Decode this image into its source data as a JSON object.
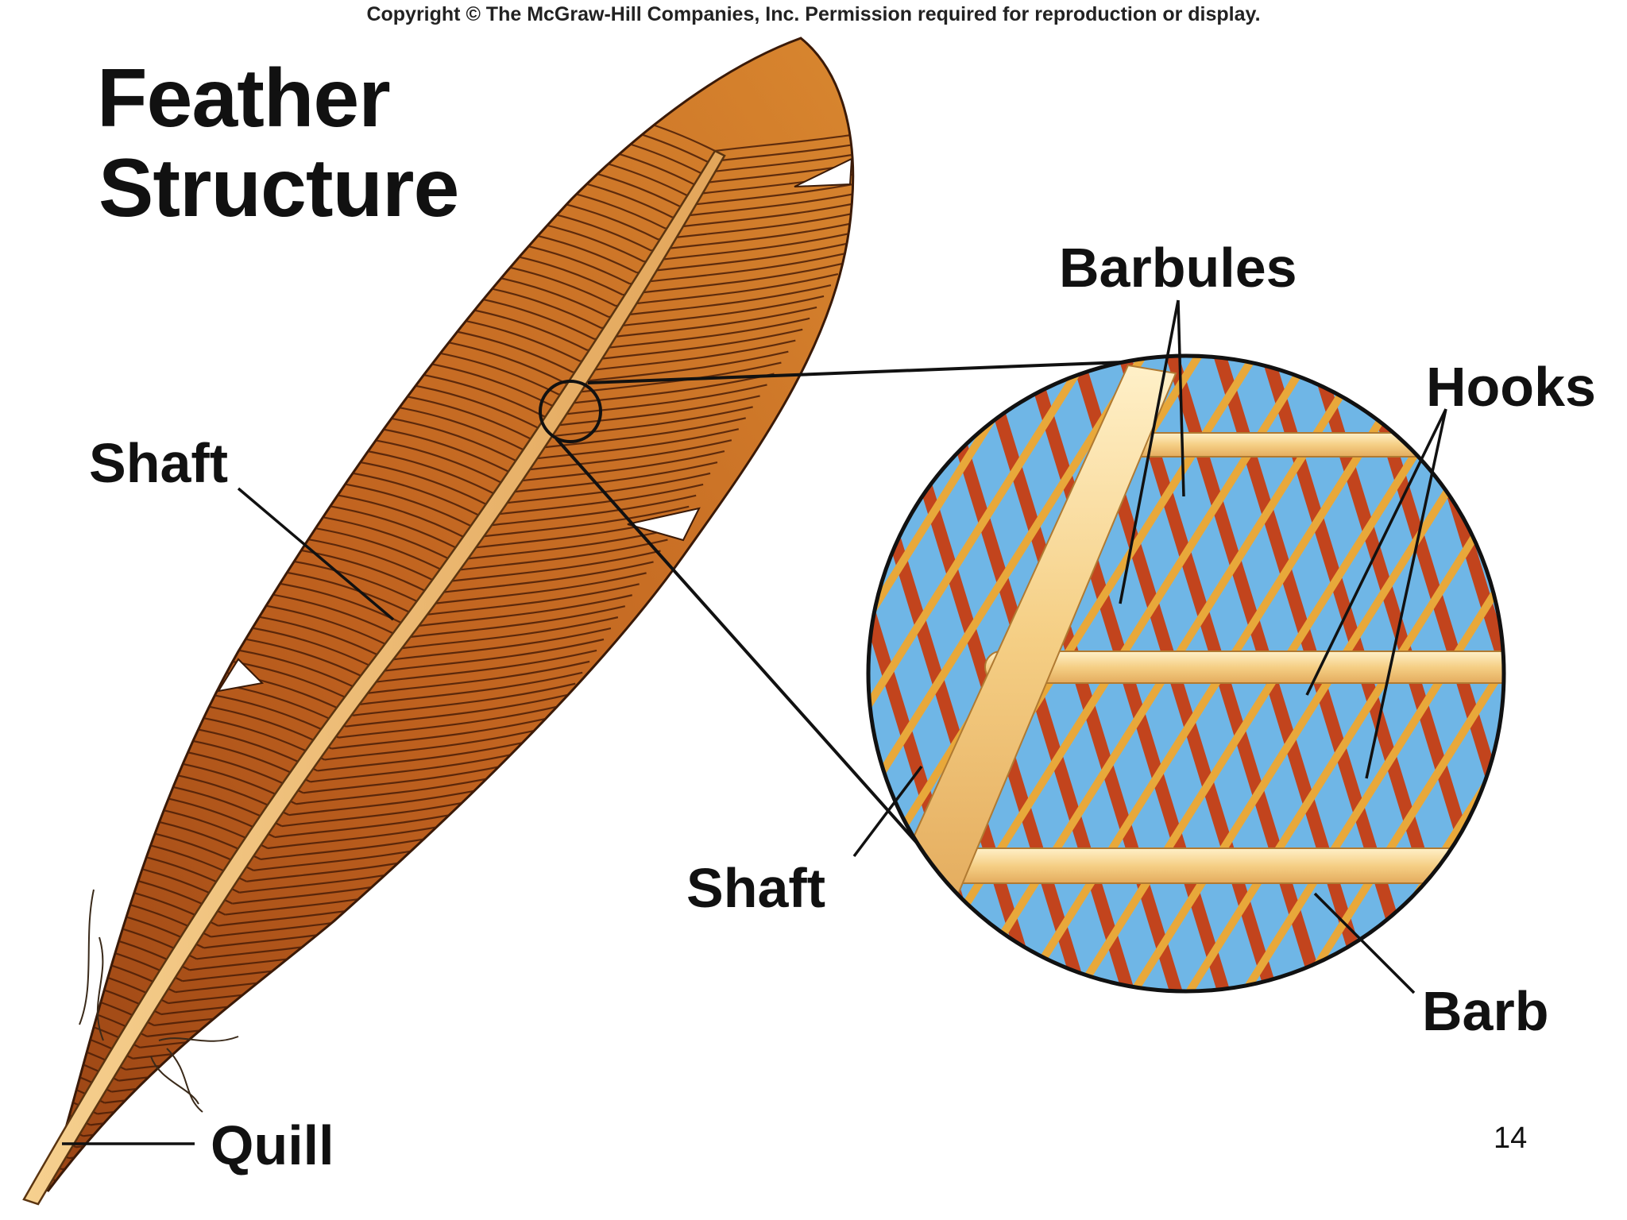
{
  "copyright": "Copyright © The McGraw-Hill Companies, Inc. Permission required for reproduction or display.",
  "title": {
    "line1": "Feather",
    "line2": "Structure"
  },
  "labels": {
    "shaft_feather": "Shaft",
    "quill": "Quill",
    "barbules": "Barbules",
    "hooks": "Hooks",
    "shaft_detail": "Shaft",
    "barb": "Barb"
  },
  "page_number": "14",
  "colors": {
    "vane_dark": "#8a3a10",
    "vane_mid": "#b8561c",
    "vane_light": "#d98a3a",
    "shaft": "#f1c074",
    "sky": "#6fb6e6",
    "barbule_red": "#c2441d",
    "barb_cream": "#f3cd86"
  }
}
